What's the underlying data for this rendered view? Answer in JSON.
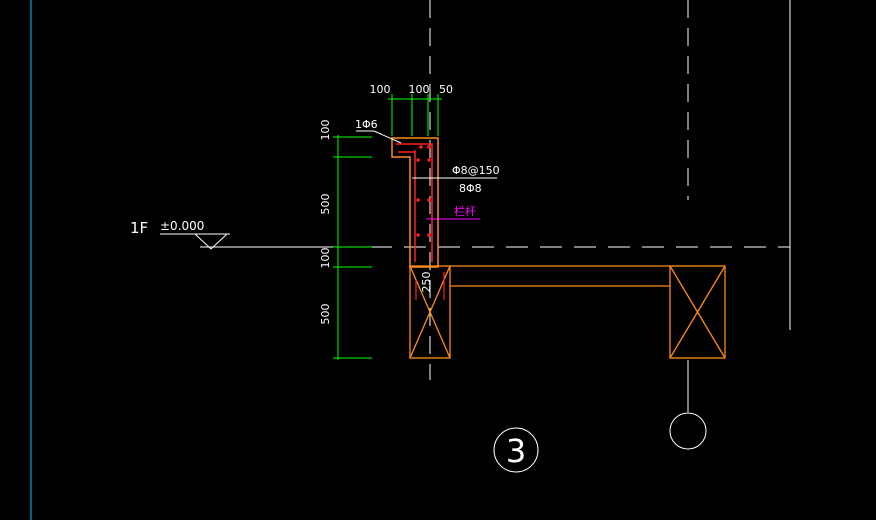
{
  "colors": {
    "background": "#000000",
    "white": "#ffffff",
    "green": "#00ff00",
    "orange": "#ff8c1a",
    "red": "#ff2020",
    "magenta": "#ff00ff",
    "cyan": "#00c8ff"
  },
  "labels": {
    "floor": "1F",
    "elevation": "±0.000",
    "grid_bubble": "3",
    "rebar_hook": "1Φ6",
    "stirrup": "Φ8@150",
    "long_bars": "8Φ8",
    "railing": "栏杆",
    "section_width": "250"
  },
  "dimensions": {
    "top": [
      "100",
      "100",
      "50"
    ],
    "vertical": [
      "100",
      "500",
      "100",
      "500"
    ]
  }
}
